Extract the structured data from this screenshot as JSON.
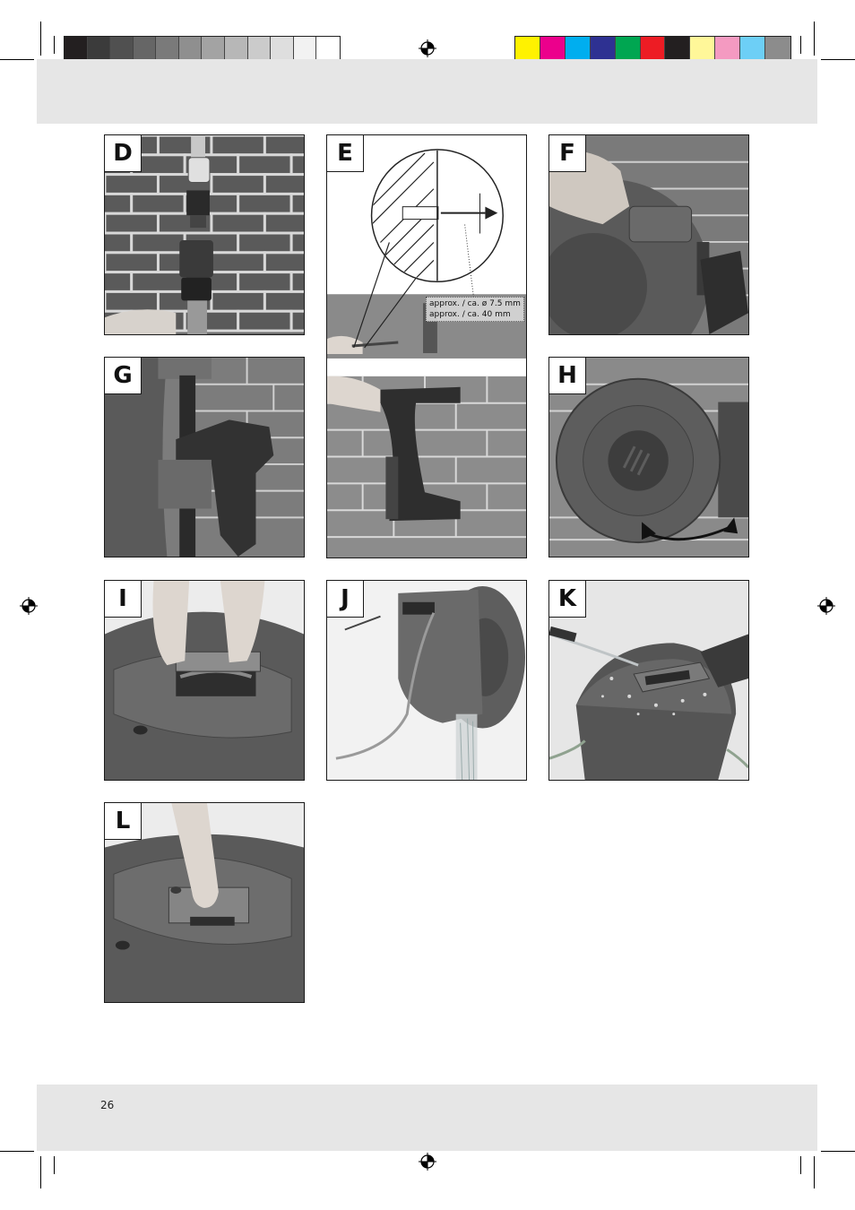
{
  "page_number": "26",
  "gray_swatches": [
    "#231f20",
    "#3b3b3b",
    "#505050",
    "#666666",
    "#7a7a7a",
    "#8f8f8f",
    "#a3a3a3",
    "#b7b7b7",
    "#cbcbcb",
    "#dedede",
    "#f2f2f2",
    "#ffffff"
  ],
  "color_swatches": [
    "#fff200",
    "#ec008c",
    "#00aeef",
    "#2e3192",
    "#00a651",
    "#ed1c24",
    "#231f20",
    "#fff799",
    "#f49ac1",
    "#6dcff6",
    "#8c8c8c"
  ],
  "panels": [
    {
      "id": "D",
      "letter": "D",
      "scene": "brick"
    },
    {
      "id": "E",
      "letter": "E",
      "scene": "drill"
    },
    {
      "id": "F",
      "letter": "F",
      "scene": "reel-mount"
    },
    {
      "id": "G",
      "letter": "G",
      "scene": "bracket"
    },
    {
      "id": "H",
      "letter": "H",
      "scene": "reel-rotate"
    },
    {
      "id": "I",
      "letter": "I",
      "scene": "cover-open"
    },
    {
      "id": "J",
      "letter": "J",
      "scene": "reel-water"
    },
    {
      "id": "K",
      "letter": "K",
      "scene": "reel-wet"
    },
    {
      "id": "L",
      "letter": "L",
      "scene": "cover-press"
    }
  ],
  "drill_note": {
    "line1": "approx. / ca. ø 7.5 mm",
    "line2": "approx. / ca. 40 mm"
  }
}
